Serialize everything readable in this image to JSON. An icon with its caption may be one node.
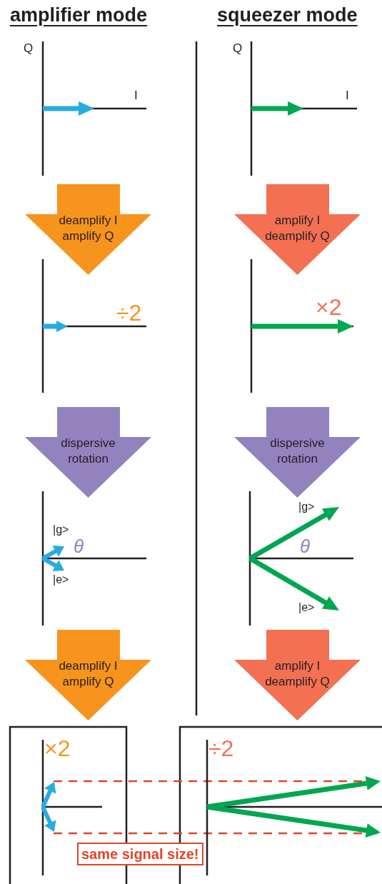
{
  "diagram": {
    "nodes": [
      {
        "text": [
          "deamplify I amplify Q"
        ]
      },
      {
        "text": [
          "amplify I deamplify Q"
        ]
      },
      {
        "text": [
          "dispersive rotation"
        ]
      },
      {
        "text": [
          "dispersive rotation"
        ]
      },
      {
        "text": [
          "deamplify I amplify Q"
        ]
      },
      {
        "text": [
          "amplify I deamplify Q"
        ]
      },
      {
        "text": [
          "same signal size!"
        ]
      }
    ],
    "labels": [
      "amplifier mode",
      "squeezer mode",
      "Q",
      "I",
      "Q",
      "I",
      "÷2",
      "×2",
      "|g>",
      "θ",
      "|e>",
      "|g>",
      "θ",
      "|e>",
      "×2",
      "÷2"
    ]
  }
}
